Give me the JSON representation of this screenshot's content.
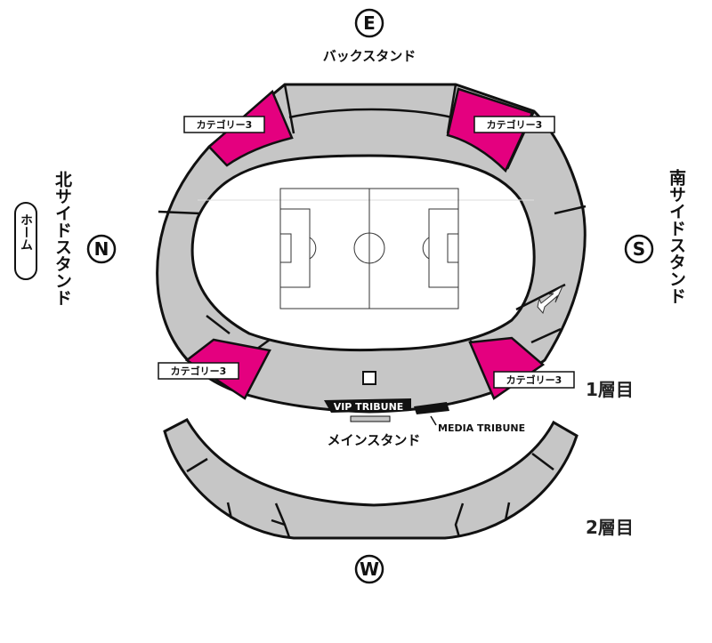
{
  "colors": {
    "seat_gray": "#c6c6c6",
    "category_magenta": "#e4007f",
    "outline": "#111111",
    "pitch_line": "#333333"
  },
  "compass": {
    "east": "E",
    "west": "W",
    "north": "N",
    "south": "S"
  },
  "stands": {
    "back": "バックスタンド",
    "main": "メインスタンド",
    "north": "北サイドスタンド",
    "south": "南サイドスタンド"
  },
  "home_badge": "ホーム",
  "categories": {
    "top_left": "カテゴリー3",
    "top_right": "カテゴリー3",
    "bottom_left": "カテゴリー3",
    "bottom_right": "カテゴリー3"
  },
  "tribunes": {
    "vip": "VIP TRIBUNE",
    "media": "MEDIA TRIBUNE"
  },
  "levels": {
    "first": "1層目",
    "second": "2層目"
  },
  "icons": {
    "passage": "double-arrow-icon"
  }
}
